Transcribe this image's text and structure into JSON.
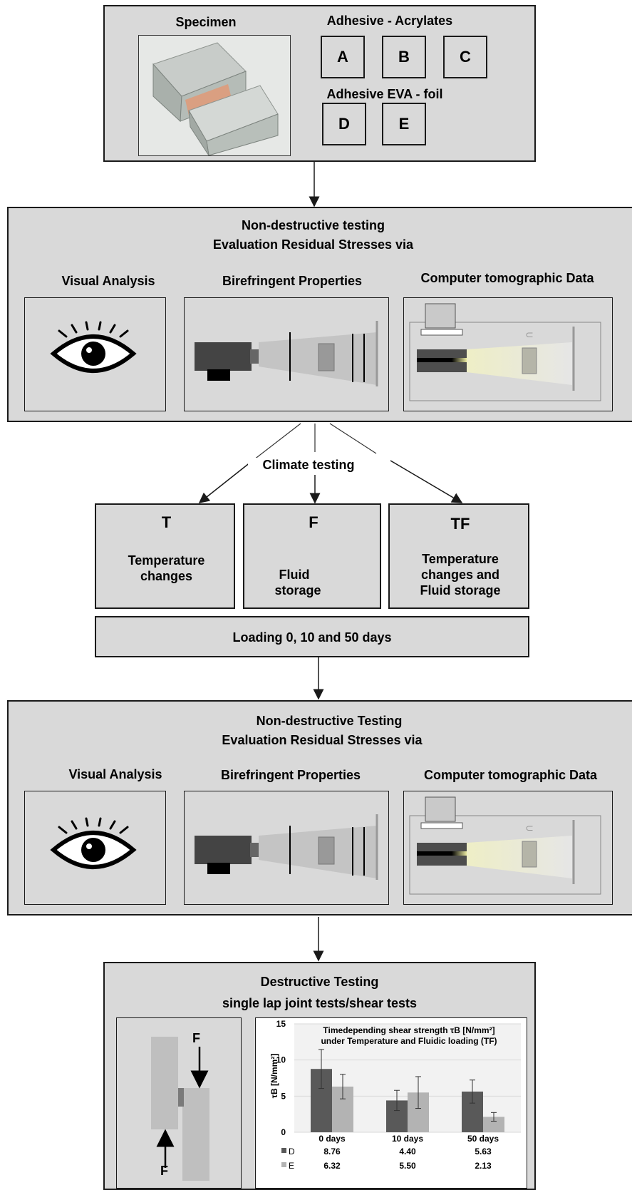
{
  "specimen_block": {
    "specimen_label": "Specimen",
    "acrylates_label": "Adhesive - Acrylates",
    "acrylates": [
      "A",
      "B",
      "C"
    ],
    "eva_label": "Adhesive EVA - foil",
    "eva": [
      "D",
      "E"
    ]
  },
  "ndt1": {
    "title_line1": "Non-destructive testing",
    "title_line2": "Evaluation Residual Stresses via",
    "visual": "Visual Analysis",
    "birefringent": "Birefringent Properties",
    "ct": "Computer tomographic Data"
  },
  "climate": {
    "label": "Climate testing",
    "T": {
      "code": "T",
      "desc_line1": "Temperature",
      "desc_line2": "changes"
    },
    "F": {
      "code": "F",
      "desc_line1": "Fluid",
      "desc_line2": "storage"
    },
    "TF": {
      "code": "TF",
      "desc_line1": "Temperature",
      "desc_line2": "changes and",
      "desc_line3": "Fluid storage"
    },
    "loading": "Loading 0, 10 and 50 days"
  },
  "ndt2": {
    "title_line1": "Non-destructive Testing",
    "title_line2": "Evaluation Residual Stresses via",
    "visual": "Visual Analysis",
    "birefringent": "Birefringent Properties",
    "ct": "Computer tomographic Data"
  },
  "destructive": {
    "title_line1": "Destructive Testing",
    "title_line2": "single lap joint tests/shear tests",
    "force_label": "F"
  },
  "chart_data": {
    "type": "bar",
    "title_line1": "Timedepending shear strength τB [N/mm²]",
    "title_line2": "under Temperature and Fluidic loading (TF)",
    "ylabel": "τB [N/mm²]",
    "ylim": [
      0,
      15
    ],
    "yticks": [
      "0",
      "5",
      "10",
      "15"
    ],
    "categories": [
      "0 days",
      "10 days",
      "50 days"
    ],
    "series": [
      {
        "name": "D",
        "values": [
          8.76,
          4.4,
          5.63
        ],
        "err": [
          2.7,
          1.4,
          1.6
        ],
        "color": "#595959",
        "labels": [
          "8.76",
          "4.40",
          "5.63"
        ]
      },
      {
        "name": "E",
        "values": [
          6.32,
          5.5,
          2.13
        ],
        "err": [
          1.7,
          2.2,
          0.6
        ],
        "color": "#b3b3b3",
        "labels": [
          "6.32",
          "5.50",
          "2.13"
        ]
      }
    ],
    "grid": true
  }
}
